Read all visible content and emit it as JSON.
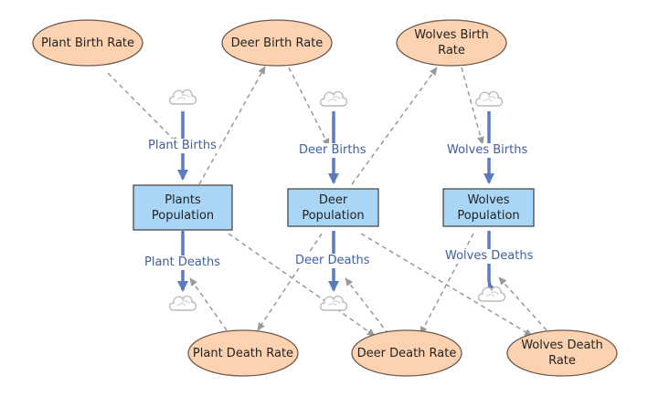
{
  "nodes": {
    "plant_birth_rate": "Plant Birth Rate",
    "deer_birth_rate": "Deer Birth Rate",
    "wolves_birth_rate": "Wolves Birth Rate",
    "plants_population": "Plants Population",
    "deer_population": "Deer Population",
    "wolves_population": "Wolves Population",
    "plant_death_rate": "Plant Death Rate",
    "deer_death_rate": "Deer Death Rate",
    "wolves_death_rate": "Wolves Death Rate"
  },
  "flows": {
    "plant_births": "Plant Births",
    "deer_births": "Deer Births",
    "wolves_births": "Wolves Births",
    "plant_deaths": "Plant Deaths",
    "deer_deaths": "Deer Deaths",
    "wolves_deaths": "Wolves Deaths"
  },
  "colors": {
    "rate_fill": "#fdd2b0",
    "rate_stroke": "#6b5a4e",
    "stock_fill": "#a9d6f7",
    "stock_stroke": "#4a4a4a",
    "flow_arrow": "#5b7bbf",
    "link_dashed": "#999999",
    "cloud": "#bbbbbb"
  }
}
